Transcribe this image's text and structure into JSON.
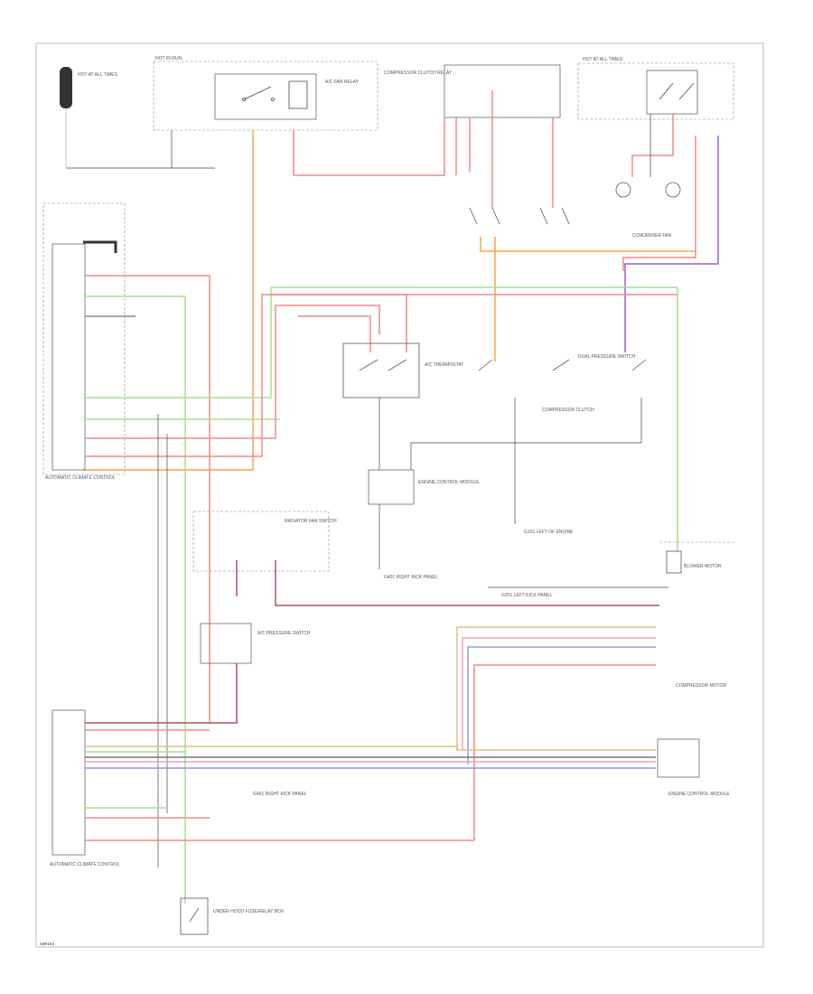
{
  "labels": {
    "corner_code": "G00184",
    "ctrl_module": "AUTOMATIC CLIMATE CONTROL",
    "compressor_note": "COMPRESSOR MOTOR",
    "hot_at_all_times": "HOT AT ALL TIMES",
    "hot_in_run": "HOT IN RUN",
    "hot_in_start": "HOT AT ALL TIMES",
    "fan_relay": "A/C FAN RELAY",
    "comp_relay": "COMPRESSOR CLUTCH RELAY",
    "fuse_box": "UNDER HOOD FUSE/RELAY BOX",
    "thermo_switch": "A/C THERMOSTAT",
    "pressure_switch": "A/C PRESSURE SWITCH",
    "cond_fan": "CONDENSER FAN",
    "radiator_fan": "RADIATOR FAN SWITCH",
    "comp_clutch": "COMPRESSOR CLUTCH",
    "ground_lfender": "G201 LEFT KICK PANEL",
    "ground_rfender": "G101 LEFT OF ENGINE",
    "ecm": "ENGINE CONTROL MODULE",
    "blower": "BLOWER MOTOR",
    "left_kick": "G401 RIGHT KICK PANEL",
    "dual_pressure": "DUAL PRESSURE SWITCH"
  },
  "colors": {
    "red": "#f08a8a",
    "pink": "#f2a0b8",
    "orange": "#f5a64a",
    "green": "#a6e08c",
    "purple": "#9a5fd0",
    "blue": "#8f98ee",
    "tan": "#d9c27a",
    "gray": "#777777",
    "dark_red": "#b4505a"
  }
}
